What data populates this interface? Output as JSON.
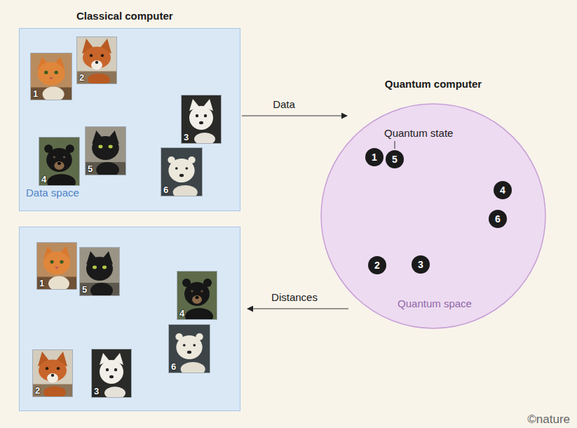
{
  "diagram": {
    "nodes": [
      {
        "text": [
          "Classical computer",
          "Data space"
        ]
      },
      {
        "text": [
          "1"
        ],
        "in": 0
      },
      {
        "text": [
          "2"
        ],
        "in": 0
      },
      {
        "text": [
          "3"
        ],
        "in": 0
      },
      {
        "text": [
          "4"
        ],
        "in": 0
      },
      {
        "text": [
          "5"
        ],
        "in": 0
      },
      {
        "text": [
          "6"
        ],
        "in": 0
      },
      {
        "text": [
          "Quantum computer",
          "Quantum space"
        ]
      },
      {
        "text": [
          "1"
        ],
        "in": 7
      },
      {
        "text": [
          "2"
        ],
        "in": 7
      },
      {
        "text": [
          "3"
        ],
        "in": 7
      },
      {
        "text": [
          "4"
        ],
        "in": 7
      },
      {
        "text": [
          "5"
        ],
        "in": 7
      },
      {
        "text": [
          "6"
        ],
        "in": 7
      },
      {
        "text": []
      },
      {
        "text": [
          "1"
        ],
        "in": 14
      },
      {
        "text": [
          "2"
        ],
        "in": 14
      },
      {
        "text": [
          "3"
        ],
        "in": 14
      },
      {
        "text": [
          "4"
        ],
        "in": 14
      },
      {
        "text": [
          "5"
        ],
        "in": 14
      },
      {
        "text": [
          "6"
        ],
        "in": 14
      }
    ],
    "edges": [
      {
        "from": 0,
        "to": 7,
        "arrow": "to",
        "label": "Data"
      },
      {
        "from": 7,
        "to": 14,
        "arrow": "to",
        "label": "Distances"
      }
    ],
    "labels": [
      "Quantum state",
      "©nature"
    ]
  }
}
